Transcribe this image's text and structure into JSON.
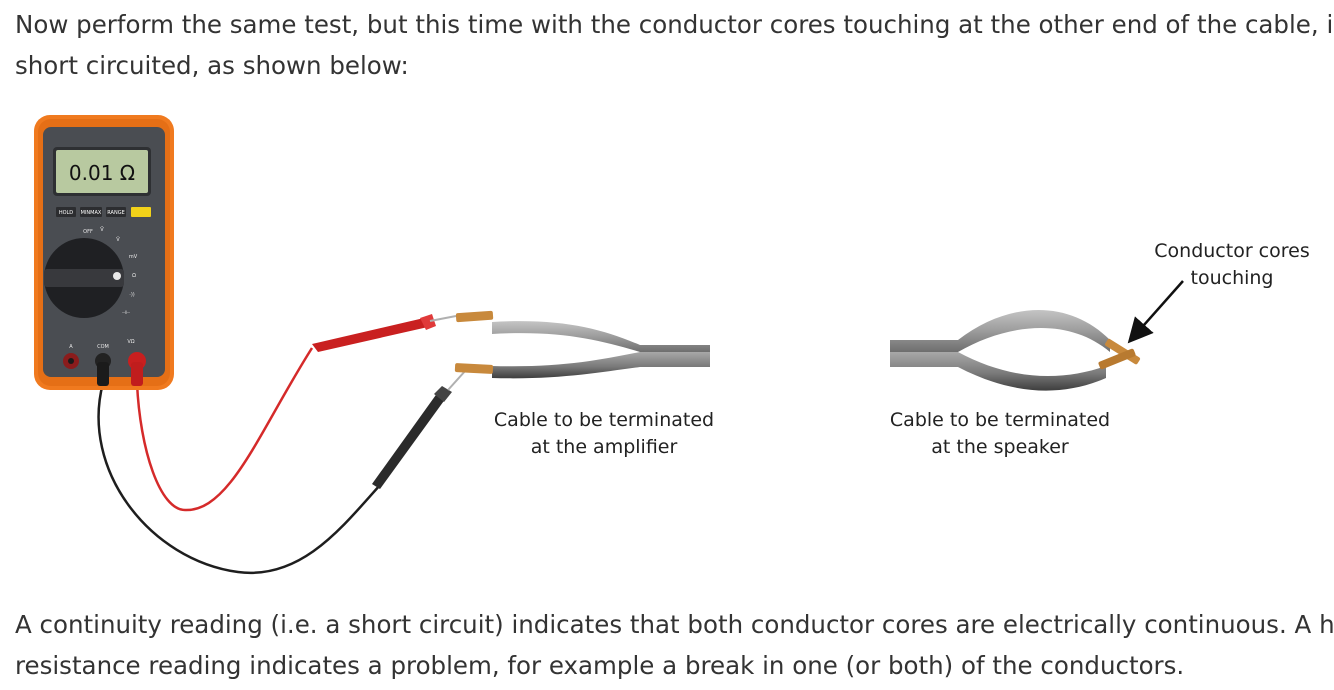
{
  "intro_lines": [
    "Now perform the same test, but this time with the conductor cores touching at the other end of the cable, i.e.",
    "short circuited, as shown below:"
  ],
  "multimeter": {
    "display": "0.01 Ω",
    "buttons": [
      "HOLD",
      "MINMAX",
      "RANGE"
    ],
    "dial_labels": [
      "OFF",
      "Ṽ",
      "V̄",
      "mV",
      "Ω",
      "·))",
      "⊣⊢"
    ],
    "terminals": [
      "A",
      "COM",
      "VΩ"
    ]
  },
  "figure": {
    "amp_caption": [
      "Cable to be terminated",
      "at the amplifier"
    ],
    "speaker_caption": [
      "Cable to be terminated",
      "at the speaker"
    ],
    "annotation": [
      "Conductor cores",
      "touching"
    ]
  },
  "outro_lines": [
    "A continuity reading (i.e. a short circuit) indicates that both conductor cores are electrically continuous. A high",
    "resistance reading indicates a problem, for example a break in one (or both) of the conductors."
  ],
  "colors": {
    "meter_orange": "#f07a1f",
    "meter_body": "#4a4d52",
    "lcd_green": "#b8c9a0",
    "probe_red": "#d52a2a",
    "probe_black": "#2b2b2b",
    "cable_grey": "#9a9a9a",
    "copper": "#c8893c"
  }
}
